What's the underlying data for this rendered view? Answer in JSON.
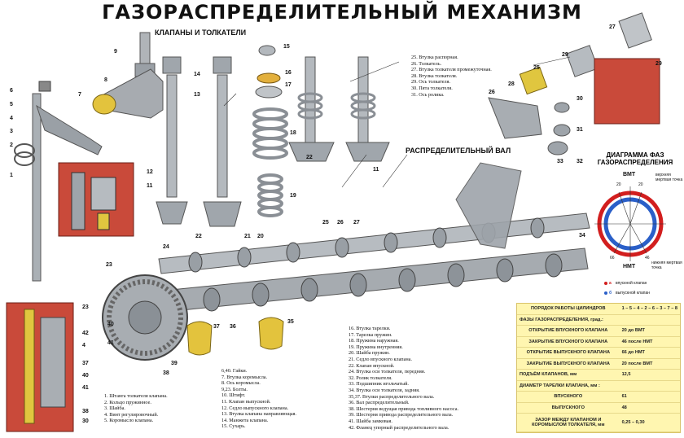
{
  "title": "ГАЗОРАСПРЕДЕЛИТЕЛЬНЫЙ МЕХАНИЗМ",
  "subtitles": {
    "valves": "КЛАПАНЫ И ТОЛКАТЕЛИ",
    "camshaft": "РАСПРЕДЕЛИТЕЛЬНЫЙ ВАЛ",
    "diagram": "ДИАГРАММА ФАЗ ГАЗОРАСПРЕДЕЛЕНИЯ"
  },
  "top_legend": [
    "25. Втулка распорная.",
    "26. Толкатель.",
    "27. Втулка толкателя промежуточная.",
    "28. Втулка толкателя.",
    "29. Ось толкателя.",
    "30. Пята толкателя.",
    "31. Ось ролика."
  ],
  "legend_col1": [
    "1. Штанга толкателя клапана.",
    "2. Кольцо пружинное.",
    "3. Шайба.",
    "4. Винт регулировочный.",
    "5. Коромысло клапана."
  ],
  "legend_col2": [
    "6,40. Гайки.",
    "7. Втулка коромысла.",
    "8. Ось коромысла.",
    "9,23. Болты.",
    "10. Штифт.",
    "11. Клапан выпускной.",
    "12. Седло выпускного клапана.",
    "13. Втулка клапана направляющая.",
    "14. Манжета клапана.",
    "15. Сухарь."
  ],
  "legend_col3": [
    "16. Втулка тарелки.",
    "17. Тарелка пружин.",
    "18. Пружина наружная.",
    "19. Пружина внутренняя.",
    "20. Шайба пружин.",
    "21. Седло впускного клапана.",
    "22. Клапан впускной.",
    "24. Втулка оси толкателя, передняя.",
    "32. Ролик толкателя.",
    "33. Подшипник игольчатый.",
    "34. Втулка оси толкателя, задняя.",
    "35,37. Втулки распределительного вала.",
    "36. Вал распределительный.",
    "38. Шестерня ведущая привода топливного насоса.",
    "39. Шестерня привода распределительного вала.",
    "41. Шайба замковая.",
    "42. Фланец упорный распределительного вала."
  ],
  "panel": {
    "order_label": "ПОРЯДОК РАБОТЫ ЦИЛИНДРОВ",
    "order_value": "1 – 5 – 4 – 2 – 6 – 3 – 7 – 8",
    "phases_label": "ФАЗЫ ГАЗОРАСПРЕДЕЛЕНИЯ, град.:",
    "rows": [
      {
        "label": "ОТКРЫТИЕ ВПУСКНОГО КЛАПАНА",
        "value": "20  до ВМТ"
      },
      {
        "label": "ЗАКРЫТИЕ ВПУСКНОГО КЛАПАНА",
        "value": "46  после НМТ"
      },
      {
        "label": "ОТКРЫТИЕ ВЫПУСКНОГО КЛАПАНА",
        "value": "66  до НМТ"
      },
      {
        "label": "ЗАКРЫТИЕ ВЫПУСКНОГО КЛАПАНА",
        "value": "20  после ВМТ"
      }
    ],
    "lift_label": "ПОДЪЁМ КЛАПАНОВ, мм",
    "lift_value": "12,5",
    "diameter_label": "ДИАМЕТР ТАРЕЛКИ КЛАПАНА, мм :",
    "inlet_label": "ВПУСКНОГО",
    "inlet_value": "61",
    "outlet_label": "ВЫПУСКНОГО",
    "outlet_value": "48",
    "gap_label": "ЗАЗОР МЕЖДУ КЛАПАНОМ И КОРОМЫСЛОМ ТОЛКАТЕЛЯ, мм",
    "gap_value": "0,25 – 0,30"
  },
  "diagram": {
    "tdc": "ВМТ",
    "bdc": "НМТ",
    "top_point": "верхняя мертвая точка",
    "bottom_point": "нижняя мертвая точка",
    "inlet_legend": "впускной клапан",
    "outlet_legend": "выпускной клапан",
    "inlet_marker": "а",
    "outlet_marker": "б",
    "angle_left": "20",
    "angle_right": "20",
    "angle_left_bottom": "66",
    "angle_right_bottom": "46",
    "colors": {
      "inlet": "#d21e1e",
      "outlet": "#2a5fc8"
    }
  },
  "callouts": [
    "1",
    "2",
    "3",
    "4",
    "5",
    "6",
    "7",
    "8",
    "9",
    "10",
    "11",
    "12",
    "13",
    "14",
    "15",
    "16",
    "17",
    "18",
    "19",
    "20",
    "21",
    "22",
    "23",
    "24",
    "25",
    "26",
    "27",
    "28",
    "29",
    "30",
    "31",
    "32",
    "33",
    "34",
    "35",
    "36",
    "37",
    "38",
    "39",
    "40",
    "41",
    "42"
  ]
}
